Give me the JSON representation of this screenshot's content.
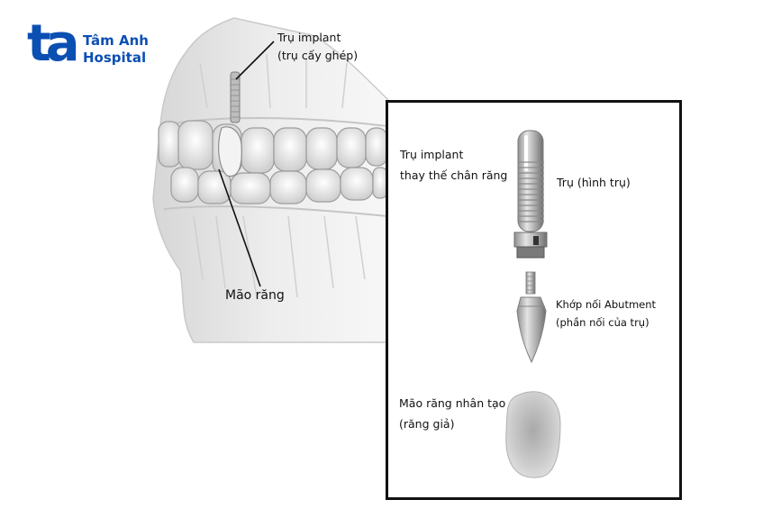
{
  "logo": {
    "mark": "ta",
    "line1": "Tâm Anh",
    "line2": "Hospital",
    "color": "#0b4fb3"
  },
  "jaw_labels": {
    "implant_line1": "Trụ implant",
    "implant_line2": "(trụ cấy ghép)",
    "crown": "Mão răng"
  },
  "detail_box": {
    "implant_desc_line1": "Trụ implant",
    "implant_desc_line2": "thay thế chân răng",
    "cylinder": "Trụ (hình trụ)",
    "abutment_line1": "Khớp nối Abutment",
    "abutment_line2": "(phần nối của trụ)",
    "crown_line1": "Mão răng nhân tạo",
    "crown_line2": "(răng giả)"
  },
  "colors": {
    "line": "#111111",
    "skull": "#e6e6e6",
    "metal": "#9a9a9a"
  }
}
